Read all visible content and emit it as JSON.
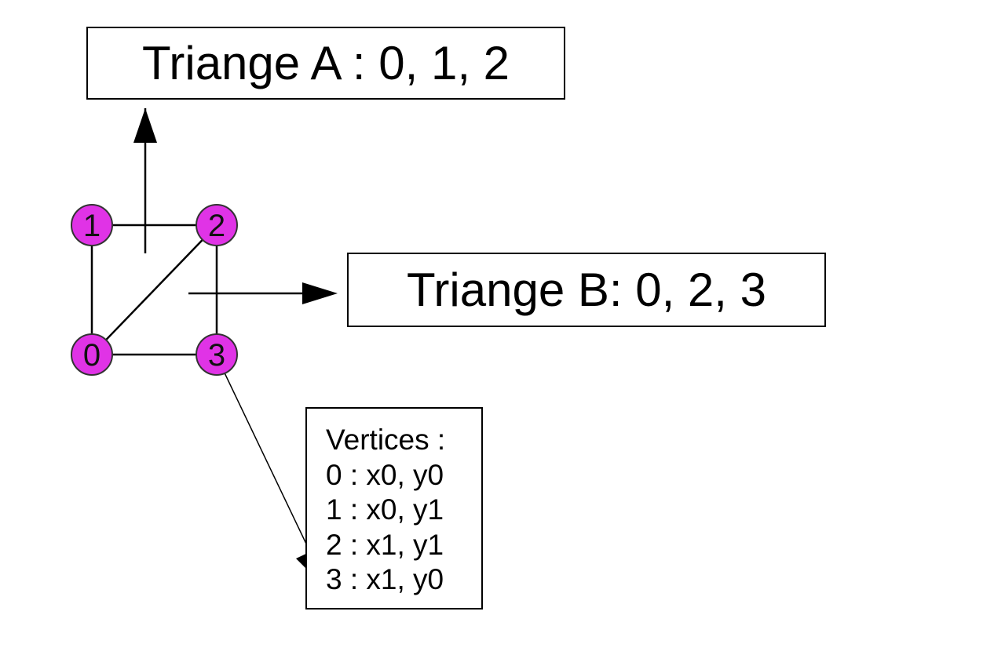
{
  "colors": {
    "node_fill": "#e033e6",
    "node_stroke": "#333333",
    "line": "#000000"
  },
  "nodes": [
    {
      "id": "0",
      "label": "0"
    },
    {
      "id": "1",
      "label": "1"
    },
    {
      "id": "2",
      "label": "2"
    },
    {
      "id": "3",
      "label": "3"
    }
  ],
  "edges": [
    {
      "from": "0",
      "to": "1"
    },
    {
      "from": "1",
      "to": "2"
    },
    {
      "from": "2",
      "to": "3"
    },
    {
      "from": "3",
      "to": "0"
    },
    {
      "from": "0",
      "to": "2"
    }
  ],
  "triangle_a": {
    "label": "Triange A : 0, 1, 2"
  },
  "triangle_b": {
    "label": "Triange B: 0, 2, 3"
  },
  "vertices": {
    "title": "Vertices :",
    "lines": [
      "0 : x0, y0",
      "1 : x0, y1",
      "2 : x1, y1",
      "3 : x1, y0"
    ]
  }
}
